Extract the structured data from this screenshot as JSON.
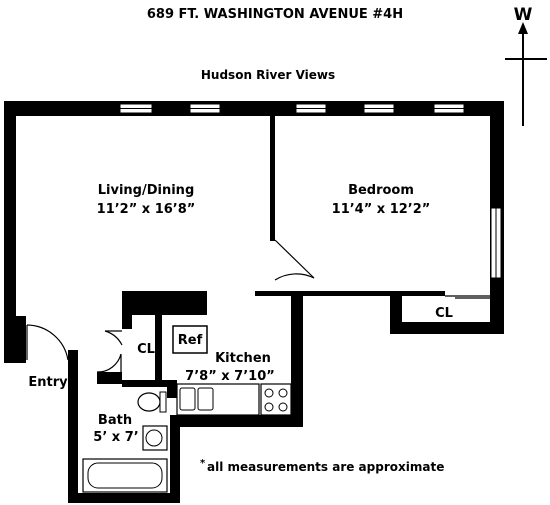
{
  "header": {
    "title": "689 FT. WASHINGTON AVENUE #4H",
    "view_note": "Hudson River Views"
  },
  "compass": {
    "letter": "W"
  },
  "rooms": {
    "living": {
      "name": "Living/Dining",
      "size": "11’2” x 16’8”"
    },
    "bedroom": {
      "name": "Bedroom",
      "size": "11’4” x 12’2”"
    },
    "kitchen": {
      "name": "Kitchen",
      "size": "7’8” x 7’10”"
    },
    "bath": {
      "name": "Bath",
      "size": "5’ x 7’"
    },
    "entry": {
      "name": "Entry"
    },
    "closet_entry": {
      "name": "CL"
    },
    "closet_bedroom": {
      "name": "CL"
    },
    "fridge": {
      "name": "Ref"
    }
  },
  "footnote": {
    "mark": "*",
    "text": "all measurements are approximate"
  }
}
